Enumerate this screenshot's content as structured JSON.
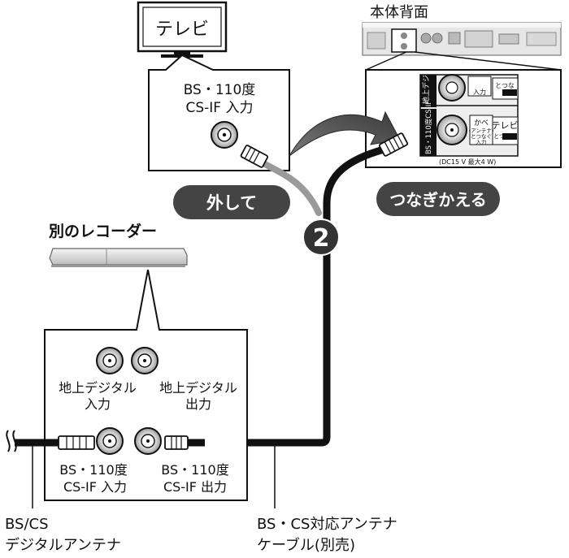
{
  "tv": {
    "label": "テレビ"
  },
  "tv_panel": {
    "line1": "BS・110度",
    "line2": "CS-IF 入力"
  },
  "main_unit": {
    "label": "本体背面",
    "panel_side": "BS・110度CS-IF",
    "panel_side2": "地上デジ",
    "jack_label1": "かべ",
    "jack_label2": "(アンテナ)",
    "jack_label3": "とつなぐ",
    "jack_label4": "入力",
    "output_label": "テレビ",
    "output_label2": "とつなぐ",
    "top_label": "とつな",
    "power_note": "(DC15 V 最大4 W)"
  },
  "badges": {
    "disconnect": "外して",
    "reconnect": "つなぎかえる"
  },
  "step": {
    "number": "2"
  },
  "recorder": {
    "label": "別のレコーダー",
    "terrestrial_in": {
      "line1": "地上デジタル",
      "line2": "入力"
    },
    "terrestrial_out": {
      "line1": "地上デジタル",
      "line2": "出力"
    },
    "bs_in": {
      "line1": "BS・110度",
      "line2": "CS-IF 入力"
    },
    "bs_out": {
      "line1": "BS・110度",
      "line2": "CS-IF 出力"
    }
  },
  "antenna": {
    "line1": "BS/CS",
    "line2": "デジタルアンテナ"
  },
  "cable": {
    "line1": "BS・CS対応アンテナ",
    "line2": "ケーブル(別売)"
  },
  "colors": {
    "badge": "#444444",
    "cable_dark": "#111111",
    "cable_grey": "#9a9a9a",
    "arrow": "#555555"
  }
}
